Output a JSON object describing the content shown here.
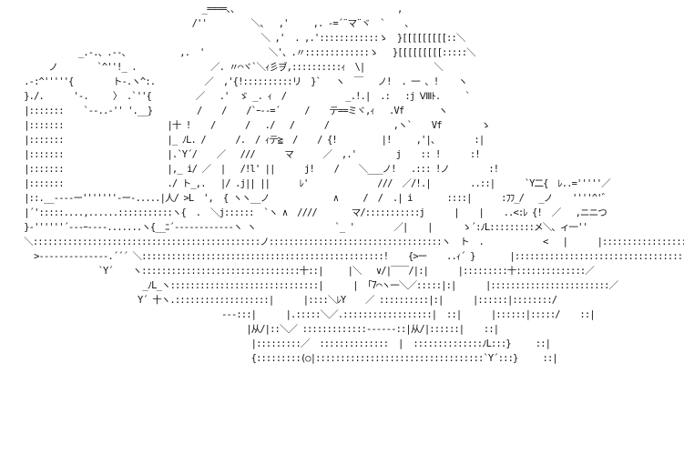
{
  "artwork": {
    "text_color": "#111111",
    "background": "#ffffff",
    "lines": [
      "                                       _====、、                                ,   ",
      "                                     /''         ＼、  ,'     ,. -=´¨マ¨ヾ  `    、",
      "                                                   ＼ ,'  . ,.'::::::::::::ゝ  }[[[[[[[[[::＼",
      "              _.-.、.--、          ,.  '             ＼'、.〃:::::::::::::ゝ   }[[[[[[[[[:::::＼",
      "        ノ        `^''!_ .               ／. 〃⌒ヾ`＼ｨ彡ヺ,::::::::::ｨ  \\|              ＼",
      "   .-:^'''''{        ト-.ヽ^:.          ／  ,'{!::::::::::リ  }`   ヽ  ￣   ノ!  . 一 、!    ヽ",
      "   }./.      '-.     〉 .`''{         ／   .'  ゞ _. ｨ  /            _.!.|  .:   :j Ⅷﾄ.     `",
      "   |:::::::    `--..-'' '.__}         /    /    /`ｰ--=´     /    テ==ミヾ,ｨ   .Vf       ヽ",
      "   |:::::::                     |十 !    /      /   ./   /      /             ,ヽ`    Vf        ゝ",
      "   |:::::::                     |_ ﾉL. /      /.  / ｨテ≧  /    / {!         |!     ,'|、       :|",
      "   |:::::::                     |.`Y´/    ／   ///      マ      ／  ,.'        j    :: !      :!",
      "   |:::::::                     |,_ i/ ／  |   /!l' ||      j!    /    ＼___ノ!   .::: !ノ        :!",
      "   |:::::::                     ./ ト_,.   |/ .j|| ||      ﾚ'              ///  ／/!.|        ..::|      `Y二{  ﾚ..='''''／",
      "   |::.__----ー'''''''-ー-.....|人/ >L  ',  { ヽヽ__ノ             ∧     /  /  .| i       ::::|      :ﾌﾌ_/   _ノ    ''''^'゛",
      "   |´':::::....,......:::::::::::ヽ{  .  ＼j::::::  `ヽ ∧  ////       マ/:::::::::::j      |    |    ..<:ﾚ {!  ／   ,ニニつ",
      "   }-''''''´---ｰ----.......ヽ{__ﾆ´------------ヽ ヽ                `_ '        ／|    |      ゝ´:ﾉL:::::::::メ＼、ィ一''",
      "   ＼::::::::::::::::::::::::::::::::::::::::::::::ノ:::::::::::::::::::::::::::::::::::ヽ  ト  .            <   |      |::::::::::::::::::::`Y´::::`メノ",
      "     >--------------.´´´ ＼:::::::::::::::::::::::::::::::::::::::::::::::::!    {>ー    ..ｨ´ }       |:::::::::::::::::::::::::::::::::::／",
      "                  `Y´    ヽ::::::::::::::::::::::::::::::::十::|     |＼   ∨/|￣￣/|:|      |:::::::::十::::::::::::::／",
      "                           _ﾉL_ヽ::::::::::::::::::::::::::::::|      |  ｢7⌒ヽ一＼／:::::|:|      |::::::::::::::::::::::::／",
      "                          Y´ 十ヽ.:::::::::::::::::::|      |::::＼ﾚY    ／ ::::::::::|:|      |::::::|::::::::/",
      "                                           ---:::|      |.:::::＼／.::::::::::::::::::|  ::|      |::::::|:::::/    ::|",
      "                                                |从/|::＼／ :::::::::::::------::|从/|::::::|    ::|",
      "                                                 |:::::::::／  ::::::::::::::  |  ::::::::::::::ﾉL:::}     ::|",
      "                                                 {:::::::::(○|::::::::::::::::::::::::::::::::::`Y´:::}     ::|"
    ]
  }
}
